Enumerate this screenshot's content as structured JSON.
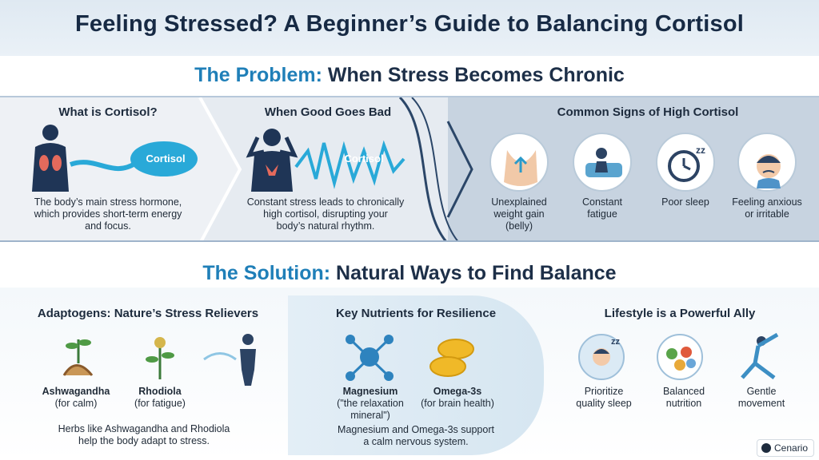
{
  "title": "Feeling Stressed? A Beginner’s Guide to Balancing Cortisol",
  "problem": {
    "heading_highlight": "The Problem:",
    "heading_rest": "When Stress Becomes Chronic",
    "what_is": {
      "title": "What is Cortisol?",
      "tag": "Cortisol",
      "body": [
        "The body’s main stress hormone,",
        "which provides short-term energy",
        "and focus."
      ]
    },
    "good_bad": {
      "title": "When Good Goes Bad",
      "tag": "Cortisol",
      "body": [
        "Constant stress leads to chronically",
        "high cortisol, disrupting your",
        "body’s natural rhythm."
      ]
    },
    "signs": {
      "title": "Common Signs of High Cortisol",
      "items": [
        {
          "icon": "belly-icon",
          "lines": [
            "Unexplained",
            "weight gain",
            "(belly)"
          ]
        },
        {
          "icon": "fatigue-icon",
          "lines": [
            "Constant",
            "fatigue"
          ]
        },
        {
          "icon": "clock-icon",
          "lines": [
            "Poor sleep"
          ]
        },
        {
          "icon": "anxious-face-icon",
          "lines": [
            "Feeling anxious",
            "or irritable"
          ]
        }
      ]
    }
  },
  "solution": {
    "heading_highlight": "The Solution:",
    "heading_rest": "Natural Ways to Find Balance",
    "adaptogens": {
      "title": "Adaptogens: Nature’s Stress Relievers",
      "items": [
        {
          "name": "Ashwagandha",
          "desc": "(for calm)"
        },
        {
          "name": "Rhodiola",
          "desc": "(for fatigue)"
        }
      ],
      "body": [
        "Herbs like Ashwagandha and Rhodiola",
        "help the body adapt to stress."
      ]
    },
    "nutrients": {
      "title": "Key Nutrients for Resilience",
      "items": [
        {
          "name": "Magnesium",
          "desc1": "(\"the relaxation",
          "desc2": "mineral\")"
        },
        {
          "name": "Omega-3s",
          "desc1": "(for brain health)",
          "desc2": ""
        }
      ],
      "body": [
        "Magnesium and Omega-3s support",
        "a calm nervous system."
      ]
    },
    "lifestyle": {
      "title": "Lifestyle is a Powerful Ally",
      "items": [
        {
          "icon": "sleep-icon",
          "lines": [
            "Prioritize",
            "quality sleep"
          ]
        },
        {
          "icon": "food-plate-icon",
          "lines": [
            "Balanced",
            "nutrition"
          ]
        },
        {
          "icon": "yoga-icon",
          "lines": [
            "Gentle",
            "movement"
          ]
        }
      ]
    }
  },
  "brand": "Cenario",
  "colors": {
    "accent": "#1f7fb8",
    "dark": "#172a44",
    "cortisol": "#29a9d8"
  }
}
